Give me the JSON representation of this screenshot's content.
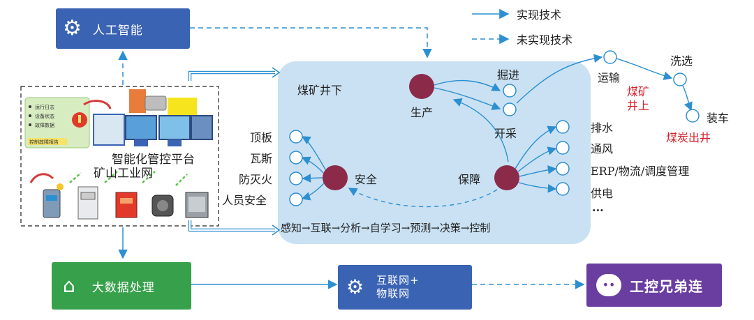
{
  "legend": {
    "solid": "实现技术",
    "dashed": "未实现技术"
  },
  "boxes": {
    "ai": "人工智能",
    "bigdata": "大数据处理",
    "iot": "互联网+\n物联网",
    "wechat": "工控兄弟连"
  },
  "left_panel": {
    "platform": "智能化管控平台",
    "network": "矿山工业网",
    "log_items": [
      "运行日志",
      "设备状态",
      "故障数据"
    ],
    "log_footer": "控制故障报告"
  },
  "underground": {
    "title": "煤矿井下",
    "production": "生产",
    "excavation": "掘进",
    "mining": "开采",
    "safety": "安全",
    "safety_items": [
      "顶板",
      "瓦斯",
      "防灭火",
      "人员安全"
    ],
    "support": "保障",
    "support_items": [
      "排水",
      "通风",
      "ERP/物流/调度管理",
      "供电",
      "···"
    ],
    "pipeline": "感知→互联→分析→自学习→预测→决策→控制"
  },
  "surface": {
    "transport": "运输",
    "washing": "洗选",
    "loading": "装车",
    "label": "煤矿\n井上",
    "coal_out": "煤炭出井"
  },
  "colors": {
    "blue_box": "#3a63b3",
    "green_box": "#37a04b",
    "purple_box": "#6a3da0",
    "node": "#8c2a4a",
    "arrow": "#2d8fd0",
    "underground_bg": "#c9e1f3",
    "red_text": "#d6202a"
  }
}
